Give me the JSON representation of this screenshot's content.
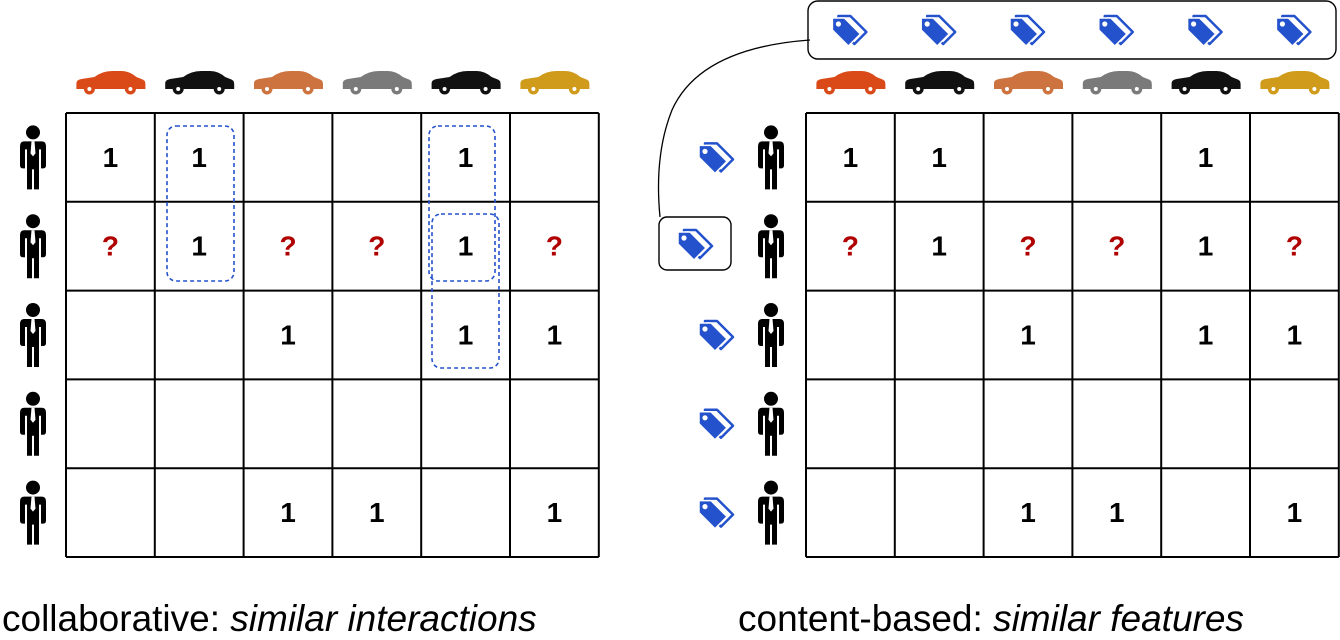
{
  "colors": {
    "car_colors": [
      "#d94a18",
      "#111111",
      "#cc7340",
      "#7a7a7a",
      "#111111",
      "#d09a1a"
    ],
    "question_mark": "#b00000",
    "tag": "#2452cc",
    "highlight_box": "#2452cc",
    "grid_line": "#000000"
  },
  "icons": {
    "item": "car-icon",
    "user": "person-icon",
    "feature": "tag-icon"
  },
  "panels": [
    {
      "id": "collaborative",
      "caption_prefix": "collaborative: ",
      "caption_emphasis": "similar interactions",
      "matrix": [
        [
          "1",
          "1",
          "",
          "",
          "1",
          ""
        ],
        [
          "?",
          "1",
          "?",
          "?",
          "1",
          "?"
        ],
        [
          "",
          "",
          "1",
          "",
          "1",
          "1"
        ],
        [
          "",
          "",
          "",
          "",
          "",
          ""
        ],
        [
          "",
          "",
          "1",
          "1",
          "",
          "1"
        ]
      ]
    },
    {
      "id": "content-based",
      "caption_prefix": "content-based: ",
      "caption_emphasis": "similar features",
      "matrix": [
        [
          "1",
          "1",
          "",
          "",
          "1",
          ""
        ],
        [
          "?",
          "1",
          "?",
          "?",
          "1",
          "?"
        ],
        [
          "",
          "",
          "1",
          "",
          "1",
          "1"
        ],
        [
          "",
          "",
          "",
          "",
          "",
          ""
        ],
        [
          "",
          "",
          "1",
          "1",
          "",
          "1"
        ]
      ]
    }
  ]
}
